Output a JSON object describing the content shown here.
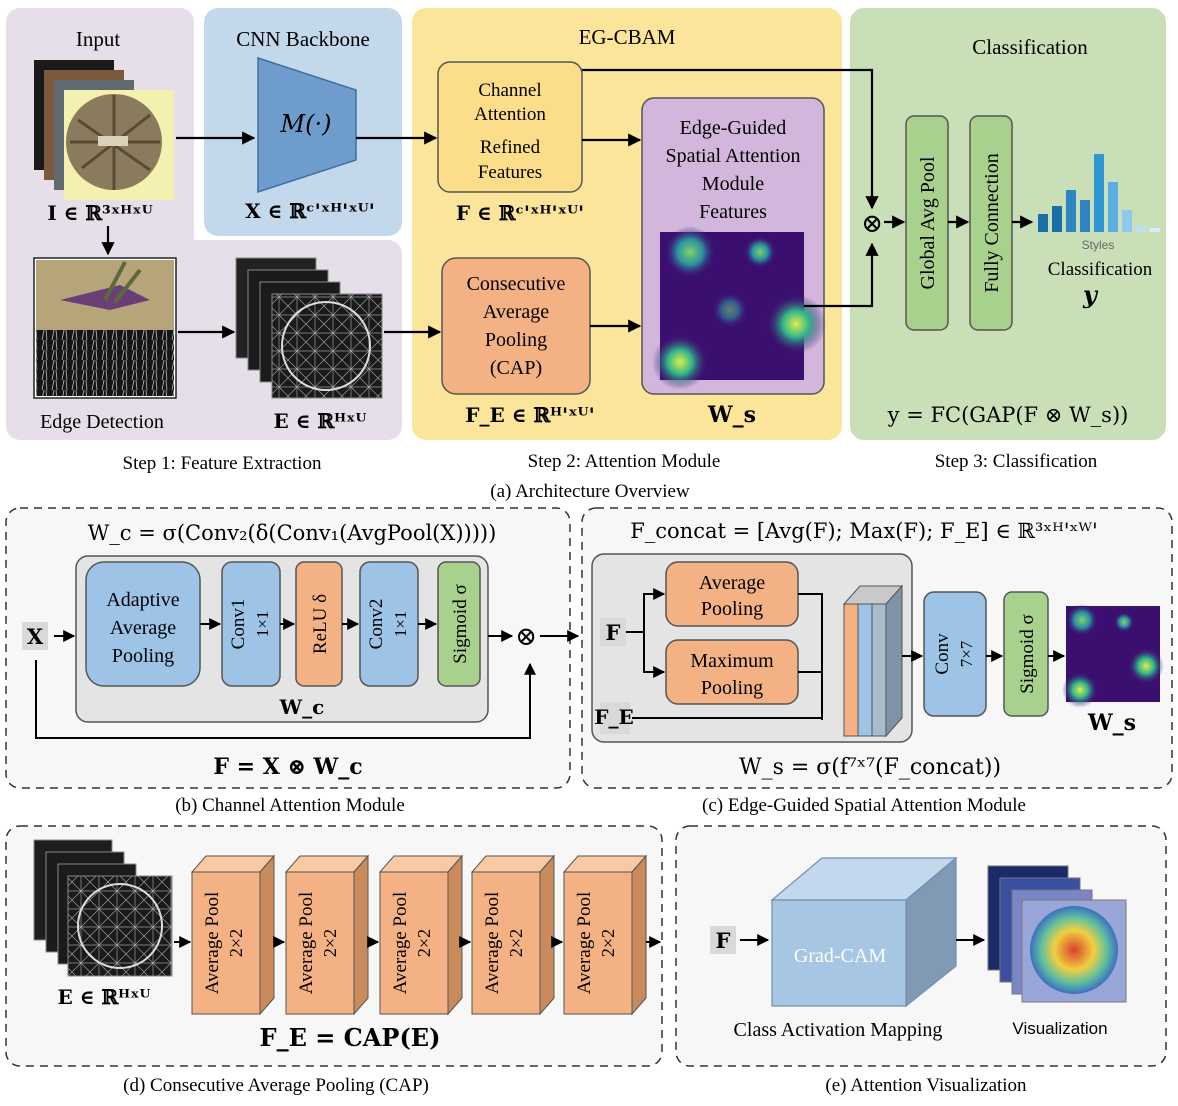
{
  "panels": {
    "input_title": "Input",
    "backbone_title": "CNN Backbone",
    "egcbam_title": "EG-CBAM",
    "classification_title": "Classification"
  },
  "labels": {
    "backbone_fn": "M(·)",
    "channel_attention_box": [
      "Channel",
      "Attention",
      "Refined",
      "Features"
    ],
    "egsa_box": [
      "Edge-Guided",
      "Spatial Attention",
      "Module",
      "Features"
    ],
    "cap_box": [
      "Consecutive",
      "Average",
      "Pooling",
      "(CAP)"
    ],
    "global_avg_pool": "Global Avg Pool",
    "fully_connection": "Fully Connection",
    "styles": "Styles",
    "classification_label": "Classification",
    "classification_y": "y",
    "edge_detection": "Edge Detection",
    "grad_cam": "Grad-CAM",
    "class_activation_mapping": "Class Activation Mapping",
    "visualization": "Visualization",
    "adaptive_avg_pool": [
      "Adaptive",
      "Average",
      "Pooling"
    ],
    "conv1": [
      "Conv1",
      "1×1"
    ],
    "relu": "ReLU δ",
    "conv2": [
      "Conv2",
      "1×1"
    ],
    "sigmoid": "Sigmoid σ",
    "average_pooling": [
      "Average",
      "Pooling"
    ],
    "maximum_pooling": [
      "Maximum",
      "Pooling"
    ],
    "conv7": [
      "Conv",
      "7×7"
    ],
    "average_pool_2x2": [
      "Average Pool",
      "2×2"
    ]
  },
  "math": {
    "I": "I ∈ ℝ³ˣᴴˣᵂ",
    "X": "X ∈ ℝᶜ'ˣᴴ'ˣᵂ'",
    "F": "F ∈ ℝᶜ'ˣᴴ'ˣᵂ'",
    "E": "E ∈ ℝᴴˣᵂ",
    "FE": "F_E ∈ ℝᴴ'ˣᵂ'",
    "Ws": "W_s",
    "y_formula": "y = FC(GAP(F ⊗ W_s))",
    "Wc_formula": "W_c = σ(Conv₂(δ(Conv₁(AvgPool(X)))))",
    "Wc_label": "W_c",
    "F_formula": "F = X ⊗ W_c",
    "X_input": "X",
    "Fconcat_formula": "F_concat = [Avg(F); Max(F); F_E] ∈ ℝ³ˣᴴ'ˣᵂ'",
    "F_input": "F",
    "FE_input": "F_E",
    "Ws_formula": "W_s = σ(f⁷ˣ⁷(F_concat))",
    "Ws_out": "W_s",
    "E_cap": "E ∈ ℝᴴˣᵂ",
    "FE_cap_formula": "F_E = CAP(E)",
    "F_gradcam": "F"
  },
  "steps": {
    "step1": "Step 1: Feature Extraction",
    "step2": "Step 2: Attention Module",
    "step3": "Step 3: Classification"
  },
  "captions": {
    "a": "(a) Architecture Overview",
    "b": "(b) Channel Attention Module",
    "c": "(c) Edge-Guided Spatial Attention Module",
    "d": "(d) Consecutive Average Pooling (CAP)",
    "e": "(e) Attention Visualization"
  },
  "colors": {
    "input_panel": "#e6dfe9",
    "backbone_panel": "#c4d8ec",
    "egcbam_panel": "#fbe59a",
    "classification_panel": "#c9dfb7",
    "channel_box": "#fcde8a",
    "purple_box": "#d3b6dc",
    "orange": "#f4b183",
    "blue": "#9dc3e6",
    "green": "#a9d18e",
    "trapezoid": "#6e9ccd",
    "heatmap_bg": "#3b0f70",
    "bars": "#2e86c1"
  }
}
